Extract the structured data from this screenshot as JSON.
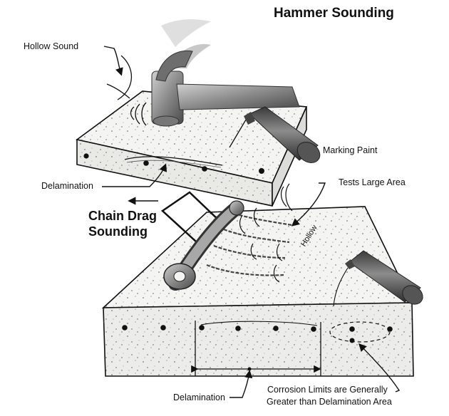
{
  "diagram": {
    "titles": {
      "hammer": "Hammer Sounding",
      "chain_line1": "Chain Drag",
      "chain_line2": "Sounding"
    },
    "labels": {
      "hollow_sound": "Hollow Sound",
      "marking_paint": "Marking Paint",
      "delamination_top": "Delamination",
      "tests_large_area": "Tests Large Area",
      "hollow_word": "Hollow",
      "delamination_bottom": "Delamination",
      "corrosion_line1": "Corrosion Limits are Generally",
      "corrosion_line2": "Greater than Delamination Area"
    },
    "colors": {
      "ink": "#111111",
      "concrete_light": "#f4f4f2",
      "concrete_side": "#e9e9e6",
      "tool_gray": "#7a7a7a"
    }
  }
}
